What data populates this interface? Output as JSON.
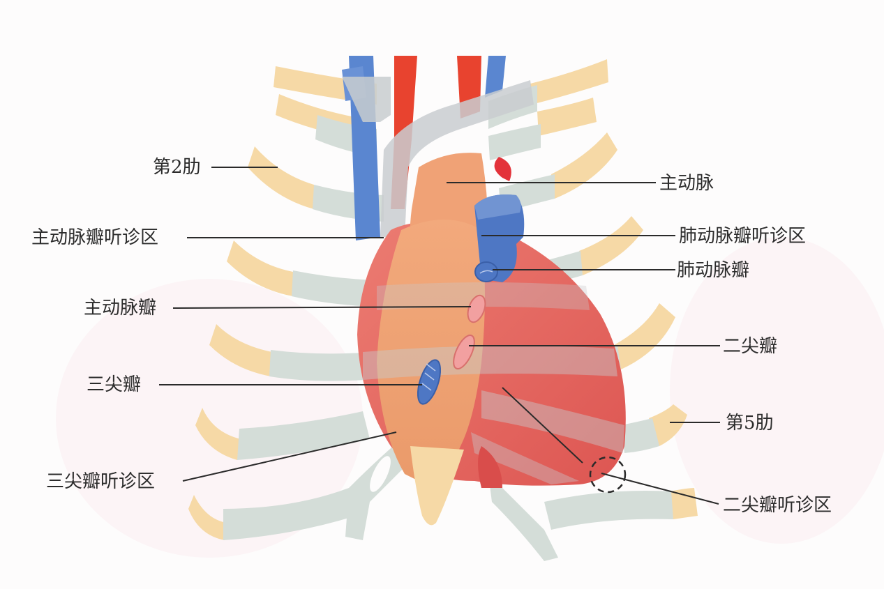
{
  "diagram": {
    "type": "anatomical-illustration",
    "subject": "heart valves and auscultation areas projected on the anterior chest wall",
    "colors": {
      "rib_bone": "#f6d9a6",
      "rib_cartilage": "#d4ddd8",
      "aorta_artery": "#e8432f",
      "vein": "#5a86d0",
      "heart_right": "#eda277",
      "heart_left": "#e46a64",
      "pulmonary_trunk": "#4e77c4",
      "leader_line": "#2a2a2a",
      "label_text": "#2b2b2b"
    },
    "labels_left": [
      {
        "id": "rib2",
        "text": "第2肋"
      },
      {
        "id": "aortic-auscultation",
        "text": "主动脉瓣听诊区"
      },
      {
        "id": "aortic-valve",
        "text": "主动脉瓣"
      },
      {
        "id": "tricuspid-valve",
        "text": "三尖瓣"
      },
      {
        "id": "tricuspid-auscultation",
        "text": "三尖瓣听诊区"
      }
    ],
    "labels_right": [
      {
        "id": "aorta",
        "text": "主动脉"
      },
      {
        "id": "pulmonary-auscultation",
        "text": "肺动脉瓣听诊区"
      },
      {
        "id": "pulmonary-valve",
        "text": "肺动脉瓣"
      },
      {
        "id": "mitral-valve",
        "text": "二尖瓣"
      },
      {
        "id": "rib5",
        "text": "第5肋"
      },
      {
        "id": "mitral-auscultation",
        "text": "二尖瓣听诊区"
      }
    ]
  }
}
